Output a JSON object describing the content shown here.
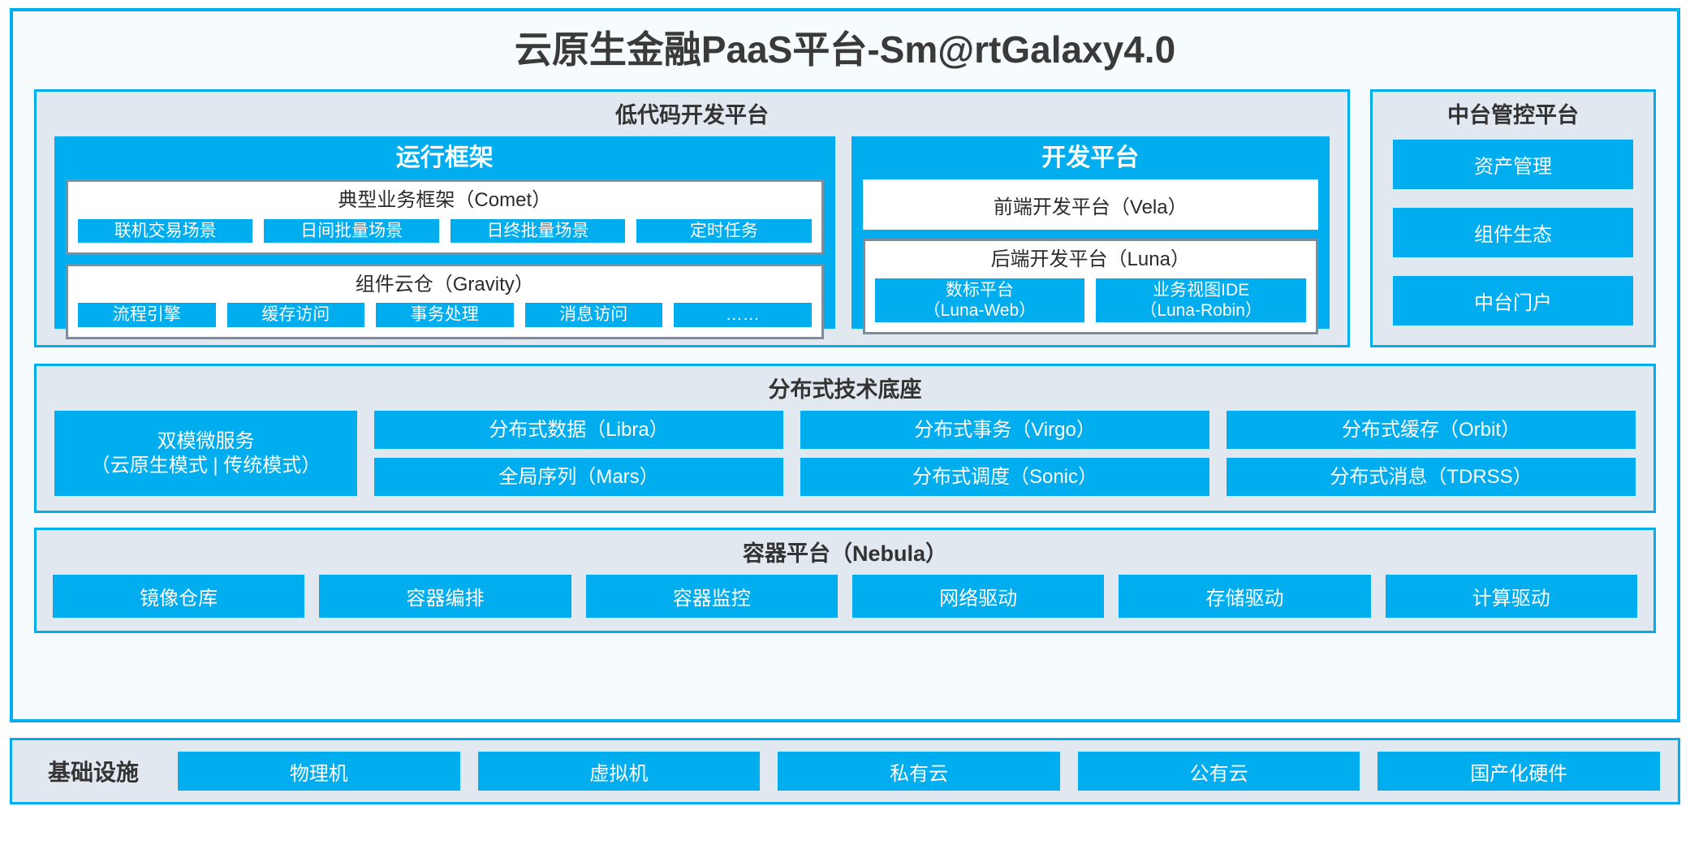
{
  "title": "云原生金融PaaS平台-Sm@rtGalaxy4.0",
  "lowcode": {
    "title": "低代码开发平台",
    "runtime": {
      "title": "运行框架",
      "comet": {
        "title": "典型业务框架（Comet）",
        "chips": [
          "联机交易场景",
          "日间批量场景",
          "日终批量场景",
          "定时任务"
        ]
      },
      "gravity": {
        "title": "组件云仓（Gravity）",
        "chips": [
          "流程引擎",
          "缓存访问",
          "事务处理",
          "消息访问",
          "……"
        ]
      }
    },
    "devplatform": {
      "title": "开发平台",
      "frontend": "前端开发平台（Vela）",
      "backend": {
        "title": "后端开发平台（Luna）",
        "chips": [
          {
            "line1": "数标平台",
            "line2": "（Luna-Web）"
          },
          {
            "line1": "业务视图IDE",
            "line2": "（Luna-Robin）"
          }
        ]
      }
    }
  },
  "mgmt": {
    "title": "中台管控平台",
    "items": [
      "资产管理",
      "组件生态",
      "中台门户"
    ]
  },
  "distributed": {
    "title": "分布式技术底座",
    "microservice": {
      "line1": "双模微服务",
      "line2": "（云原生模式 | 传统模式）"
    },
    "columns": [
      [
        "分布式数据（Libra）",
        "全局序列（Mars）"
      ],
      [
        "分布式事务（Virgo）",
        "分布式调度（Sonic）"
      ],
      [
        "分布式缓存（Orbit）",
        "分布式消息（TDRSS）"
      ]
    ]
  },
  "container": {
    "title": "容器平台（Nebula）",
    "items": [
      "镜像仓库",
      "容器编排",
      "容器监控",
      "网络驱动",
      "存储驱动",
      "计算驱动"
    ]
  },
  "infrastructure": {
    "label": "基础设施",
    "items": [
      "物理机",
      "虚拟机",
      "私有云",
      "公有云",
      "国产化硬件"
    ]
  },
  "colors": {
    "accent": "#00ADEF",
    "panel_bg": "#E1E8F0",
    "card_bg": "#F6FCFE",
    "inner_border": "#7F8C9B"
  }
}
